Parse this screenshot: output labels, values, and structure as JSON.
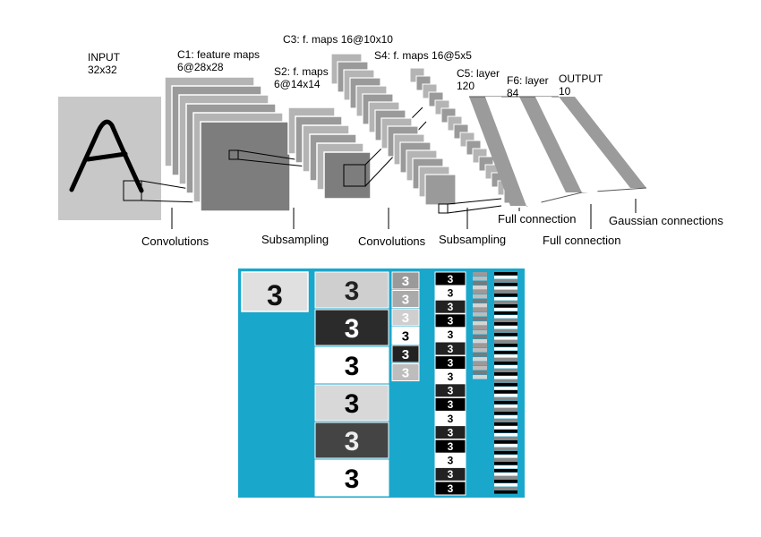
{
  "diagram": {
    "layers": {
      "input": {
        "name": "INPUT",
        "size": "32x32"
      },
      "c1": {
        "name": "C1: feature maps",
        "size": "6@28x28"
      },
      "s2": {
        "name": "S2: f. maps",
        "size": "6@14x14"
      },
      "c3": {
        "name": "C3: f. maps 16@10x10"
      },
      "s4": {
        "name": "S4: f. maps 16@5x5"
      },
      "c5": {
        "name": "C5: layer",
        "size": "120"
      },
      "f6": {
        "name": "F6: layer",
        "size": "84"
      },
      "output": {
        "name": "OUTPUT",
        "size": "10"
      }
    },
    "operations": {
      "conv1": "Convolutions",
      "sub1": "Subsampling",
      "conv2": "Convolutions",
      "sub2": "Subsampling",
      "full1": "Full connection",
      "full2": "Full connection",
      "gauss": "Gaussian connections"
    },
    "input_glyph": "A"
  },
  "activation_panel": {
    "input_digit": "3",
    "background_color": "#1aa7cc"
  },
  "colors": {
    "input_bg": "#c8c8c8",
    "map_light": "#b4b4b4",
    "map_mid": "#9a9a9a",
    "map_dark": "#7d7d7d",
    "stripe": "#9b9b9b"
  }
}
